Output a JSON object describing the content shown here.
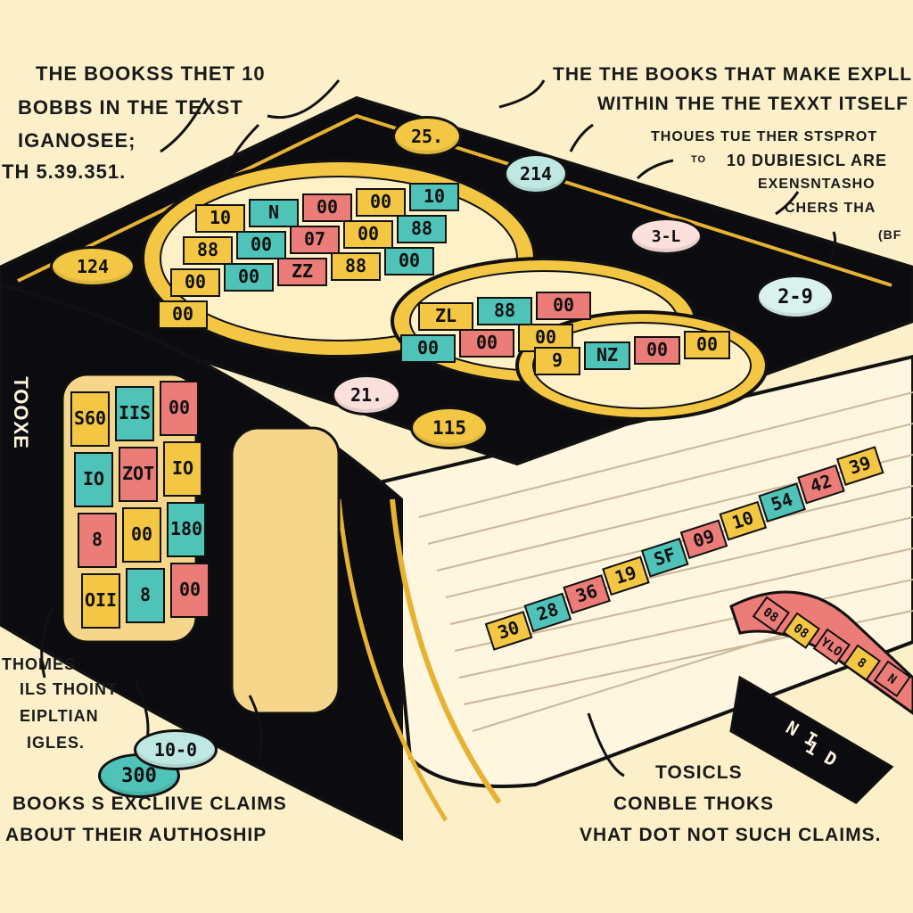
{
  "colors": {
    "background": "#fbf0c9",
    "cover": "#0b0b10",
    "gold": "#e6b233",
    "teal": "#4fc3b8",
    "pink": "#ec7c78",
    "yellow": "#f3c744",
    "paper": "#fff6df"
  },
  "labels": {
    "top_left": [
      "THE BOOKSS THET 10",
      "BOBBS IN THE TEXST",
      "IGANOSEE;",
      "TH 5.39.351."
    ],
    "top_right": [
      "THE THE  BOOKS THAT MAKE EXPLL",
      "WITHIN THE THE TEXXT ITSELF",
      "THOUES TUE THER STSPROT",
      "10 DUBIESICL ARE",
      "EXENSNTASHO",
      "CHERS THA",
      "(BF"
    ],
    "top_right_small": "TO",
    "left_side": [
      "THOMES",
      "ILS THOINT",
      "EIPLTIAN",
      "IGLES."
    ],
    "bottom_left": [
      "BOOKS S EXCLIIVE CLAIMS",
      "ABOUT THEIR AUTHOSHIP"
    ],
    "bottom_right": [
      "TOSICLS",
      "CONBLE THOKS",
      "VHAT DOT NOT SUCH CLAIMS."
    ],
    "spine_vertical": "TOOXE"
  },
  "badges": [
    {
      "label": "25.",
      "color": "#f3c744"
    },
    {
      "label": "214",
      "color": "#bfe8e2"
    },
    {
      "label": "124",
      "color": "#f3c744"
    },
    {
      "label": "3-L",
      "color": "#fbe0dc"
    },
    {
      "label": "2-9",
      "color": "#d9f2ee"
    },
    {
      "label": "21.",
      "color": "#fbe0dc"
    },
    {
      "label": "115",
      "color": "#f3c744"
    },
    {
      "label": "300",
      "color": "#4fc3b8"
    },
    {
      "label": "10-0",
      "color": "#bfe8e2"
    }
  ],
  "cover_panel_cells": [
    "10",
    "N",
    "00",
    "00",
    "10",
    "88",
    "00",
    "07",
    "00",
    "88",
    "00",
    "00",
    "ZZ",
    "88",
    "00",
    "00"
  ],
  "cover_panel2_cells": [
    "ZL",
    "88",
    "00",
    "00",
    "00",
    "00"
  ],
  "cover_panel3_cells": [
    "9",
    "NZ",
    "00",
    "00"
  ],
  "spine_cells": [
    "S60",
    "IIS",
    "00",
    "IO",
    "ZOT",
    "IO",
    "8",
    "00",
    "180",
    "OII",
    "8",
    "00"
  ],
  "page_strip_cells": [
    "30",
    "28",
    "36",
    "19",
    "SF",
    "09",
    "10",
    "54",
    "42",
    "39"
  ],
  "ribbon_cells": [
    "N I",
    "1 D"
  ],
  "ribbon2_cells": [
    "08",
    "08",
    "YLO",
    "8",
    "N"
  ]
}
